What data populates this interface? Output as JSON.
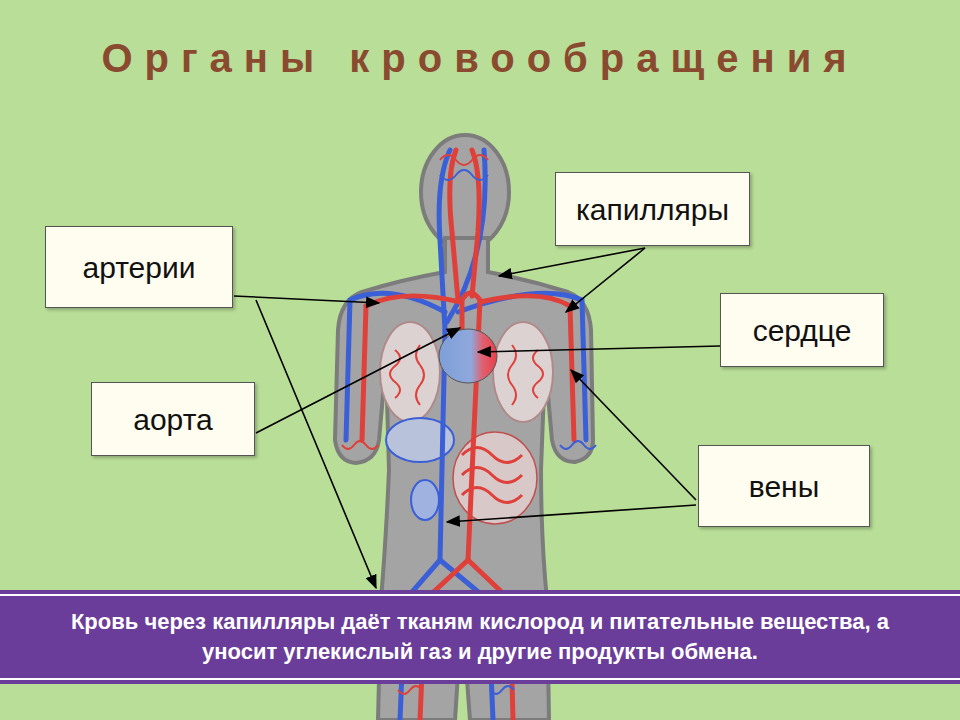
{
  "diagram": {
    "title": "Органы кровообращения",
    "caption": "Кровь через капилляры даёт тканям кислород и питательные вещества, а уносит углекислый газ и другие продукты обмена.",
    "nodes": [
      {
        "text": [
          "капилляры"
        ]
      },
      {
        "text": [
          "артерии"
        ]
      },
      {
        "text": [
          "сердце"
        ]
      },
      {
        "text": [
          "аорта"
        ]
      },
      {
        "text": [
          "вены"
        ]
      }
    ]
  }
}
